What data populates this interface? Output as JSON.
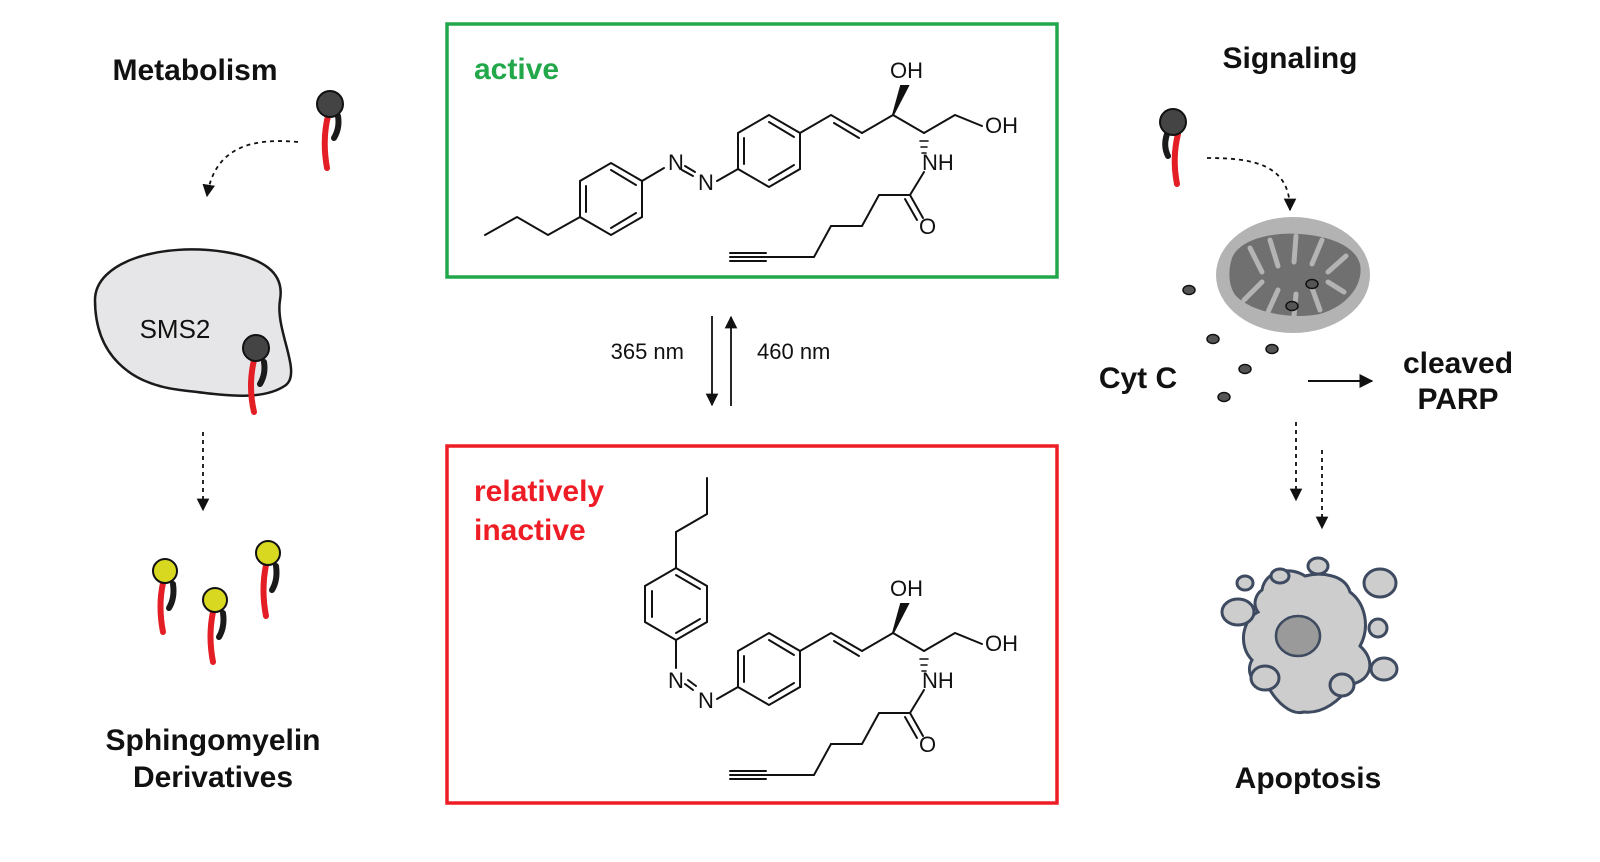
{
  "left": {
    "heading": "Metabolism",
    "enzyme": "SMS2",
    "product_line1": "Sphingomyelin",
    "product_line2": "Derivatives"
  },
  "center": {
    "top_box": {
      "label": "active",
      "color": "#22a84a"
    },
    "bottom_box": {
      "label_line1": "relatively",
      "label_line2": "inactive",
      "color": "#ee1c24"
    },
    "arrow_forward_label": "365 nm",
    "arrow_reverse_label": "460 nm",
    "atoms": {
      "hydroxyl": "OH",
      "amide_nh": "NH",
      "carbonyl_o": "O",
      "azo_n": "N"
    }
  },
  "right": {
    "heading": "Signaling",
    "cytc": "Cyt C",
    "parp_line1": "cleaved",
    "parp_line2": "PARP",
    "outcome": "Apoptosis"
  },
  "colors": {
    "tail_red": "#e31e24",
    "tail_black": "#1a1a1a",
    "head_dark": "#444444",
    "head_yellow": "#d8d820",
    "enzyme_fill": "#e6e6e8",
    "mito_outer": "#b3b3b3",
    "mito_inner": "#707070",
    "cell_fill": "#cdcdcd",
    "cell_stroke": "#3d4a60"
  }
}
